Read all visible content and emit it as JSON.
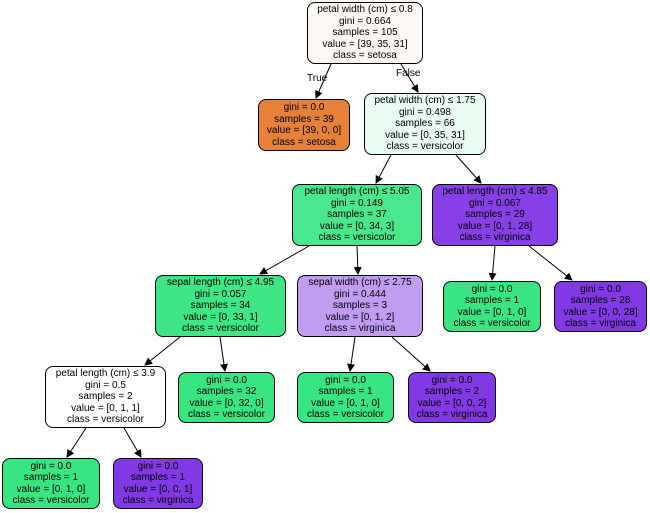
{
  "edge_labels": {
    "true_label": "True",
    "false_label": "False"
  },
  "nodes": {
    "root": {
      "lines": [
        "petal width (cm) ≤ 0.8",
        "gini = 0.664",
        "samples = 105",
        "value = [39, 35, 31]",
        "class = setosa"
      ],
      "fill": "#fdf8f4"
    },
    "n1": {
      "lines": [
        "gini = 0.0",
        "samples = 39",
        "value = [39, 0, 0]",
        "class = setosa"
      ],
      "fill": "#e58139"
    },
    "n2": {
      "lines": [
        "petal width (cm) ≤ 1.75",
        "gini = 0.498",
        "samples = 66",
        "value = [0, 35, 31]",
        "class = versicolor"
      ],
      "fill": "#eafcf1"
    },
    "n3": {
      "lines": [
        "petal length (cm) ≤ 5.05",
        "gini = 0.149",
        "samples = 37",
        "value = [0, 34, 3]",
        "class = versicolor"
      ],
      "fill": "#4be78c"
    },
    "n4": {
      "lines": [
        "petal length (cm) ≤ 4.85",
        "gini = 0.067",
        "samples = 29",
        "value = [0, 1, 28]",
        "class = virginica"
      ],
      "fill": "#8640e6"
    },
    "n5": {
      "lines": [
        "sepal length (cm) ≤ 4.95",
        "gini = 0.057",
        "samples = 34",
        "value = [0, 33, 1]",
        "class = versicolor"
      ],
      "fill": "#3fe685"
    },
    "n6": {
      "lines": [
        "sepal width (cm) ≤ 2.75",
        "gini = 0.444",
        "samples = 3",
        "value = [0, 1, 2]",
        "class = virginica"
      ],
      "fill": "#c09cf2"
    },
    "n7": {
      "lines": [
        "gini = 0.0",
        "samples = 1",
        "value = [0, 1, 0]",
        "class = versicolor"
      ],
      "fill": "#39e581"
    },
    "n8": {
      "lines": [
        "gini = 0.0",
        "samples = 28",
        "value = [0, 0, 28]",
        "class = virginica"
      ],
      "fill": "#8139e5"
    },
    "n9": {
      "lines": [
        "petal length (cm) ≤ 3.9",
        "gini = 0.5",
        "samples = 2",
        "value = [0, 1, 1]",
        "class = versicolor"
      ],
      "fill": "#ffffff"
    },
    "n10": {
      "lines": [
        "gini = 0.0",
        "samples = 32",
        "value = [0, 32, 0]",
        "class = versicolor"
      ],
      "fill": "#39e581"
    },
    "n11": {
      "lines": [
        "gini = 0.0",
        "samples = 1",
        "value = [0, 1, 0]",
        "class = versicolor"
      ],
      "fill": "#39e581"
    },
    "n12": {
      "lines": [
        "gini = 0.0",
        "samples = 2",
        "value = [0, 0, 2]",
        "class = virginica"
      ],
      "fill": "#8139e5"
    },
    "n13": {
      "lines": [
        "gini = 0.0",
        "samples = 1",
        "value = [0, 1, 0]",
        "class = versicolor"
      ],
      "fill": "#39e581"
    },
    "n14": {
      "lines": [
        "gini = 0.0",
        "samples = 1",
        "value = [0, 0, 1]",
        "class = virginica"
      ],
      "fill": "#8139e5"
    }
  }
}
